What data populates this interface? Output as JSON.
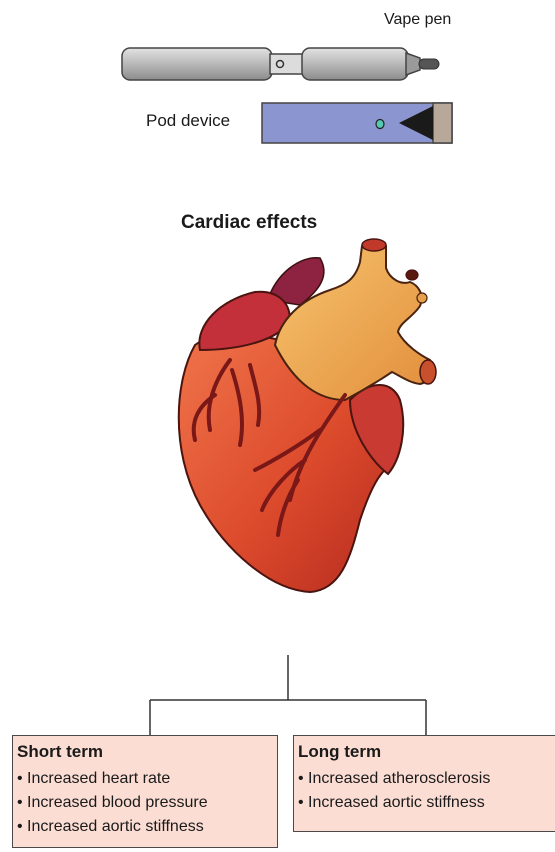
{
  "devices": {
    "vape_pen_label": "Vape pen",
    "pod_device_label": "Pod device"
  },
  "heart": {
    "title": "Cardiac effects"
  },
  "short_term": {
    "title": "Short term",
    "items": [
      "Increased heart rate",
      "Increased blood pressure",
      "Increased aortic stiffness"
    ]
  },
  "long_term": {
    "title": "Long term",
    "items": [
      "Increased atherosclerosis",
      "Increased aortic stiffness"
    ]
  },
  "colors": {
    "box_fill": "#fbddd3",
    "pod_body": "#8b95cf",
    "pen_body": "#b9b9b9",
    "heart_red": "#d8472c",
    "aorta_gold": "#efa94e"
  }
}
